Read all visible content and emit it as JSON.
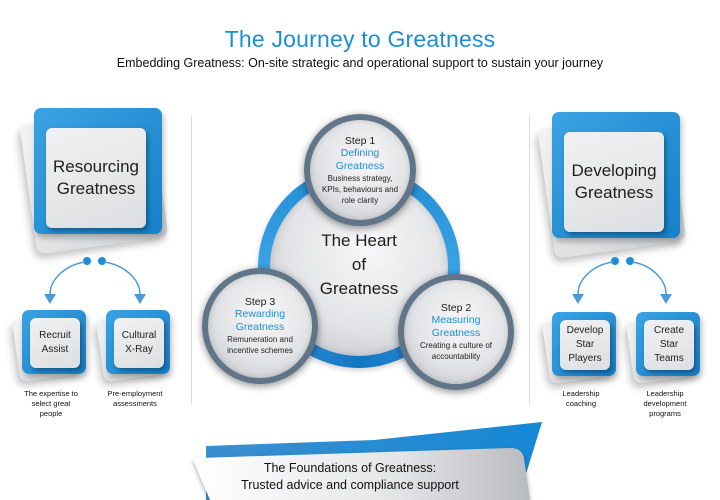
{
  "header": {
    "title": "The Journey to Greatness",
    "subtitle": "Embedding Greatness: On-site strategic and operational support to sustain your journey"
  },
  "colors": {
    "accent_blue": "#1a8fd6",
    "ring_blue": "#1a86d0",
    "step_border": "#617588",
    "card_face": "#e4e6e8"
  },
  "left_panel": {
    "main_card": {
      "line1": "Resourcing",
      "line2": "Greatness"
    },
    "sub_cards": [
      {
        "line1": "Recruit",
        "line2": "Assist",
        "line3": "",
        "caption": [
          "The expertise to",
          "select great",
          "people"
        ]
      },
      {
        "line1": "Cultural",
        "line2": "X-Ray",
        "line3": "",
        "caption": [
          "Pre-employment",
          "assessments",
          ""
        ]
      }
    ]
  },
  "center": {
    "heart": {
      "line1": "The Heart",
      "line2": "of",
      "line3": "Greatness"
    },
    "steps": [
      {
        "num": "Step 1",
        "name1": "Defining",
        "name2": "Greatness",
        "desc": [
          "Business strategy,",
          "KPIs, behaviours and",
          "role clarity"
        ]
      },
      {
        "num": "Step 2",
        "name1": "Measuring",
        "name2": "Greatness",
        "desc": [
          "Creating a culture of",
          "accountability",
          ""
        ]
      },
      {
        "num": "Step 3",
        "name1": "Rewarding",
        "name2": "Greatness",
        "desc": [
          "Remuneration and",
          "incentive schemes",
          ""
        ]
      }
    ]
  },
  "right_panel": {
    "main_card": {
      "line1": "Developing",
      "line2": "Greatness"
    },
    "sub_cards": [
      {
        "line1": "Develop",
        "line2": "Star",
        "line3": "Players",
        "caption": [
          "Leadership",
          "coaching",
          ""
        ]
      },
      {
        "line1": "Create",
        "line2": "Star",
        "line3": "Teams",
        "caption": [
          "Leadership",
          "development",
          "programs"
        ]
      }
    ]
  },
  "foundation": {
    "line1": "The Foundations of Greatness:",
    "line2": "Trusted advice and compliance support"
  }
}
